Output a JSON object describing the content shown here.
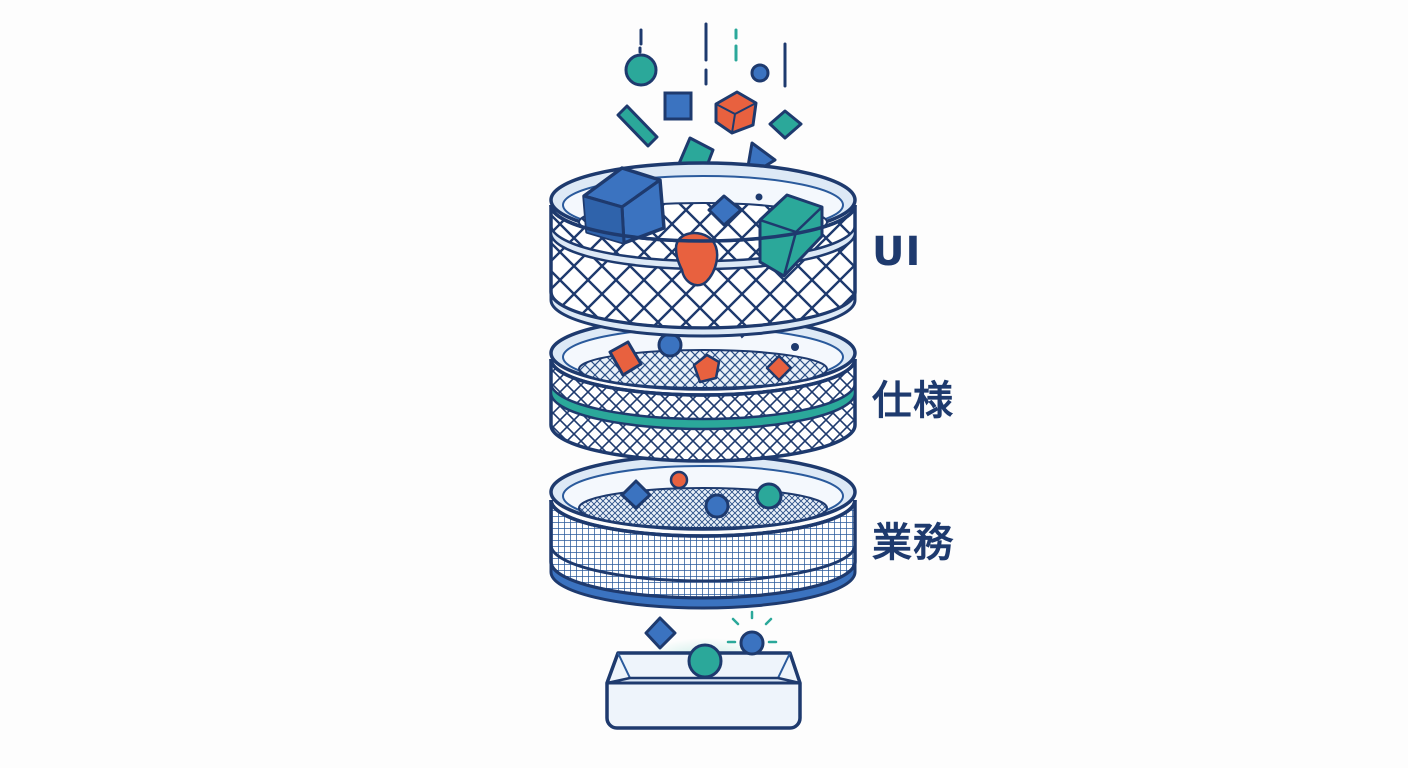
{
  "layers": [
    {
      "id": "ui",
      "label": "UI",
      "mesh": "coarse"
    },
    {
      "id": "spec",
      "label": "仕様",
      "mesh": "medium"
    },
    {
      "id": "biz",
      "label": "業務",
      "mesh": "fine"
    }
  ],
  "colors": {
    "outline": "#1e3a6e",
    "blue": "#3b73c0",
    "teal": "#2ba89a",
    "orange": "#e8613f",
    "rim_fill": "#dde9f6",
    "tray_fill": "#eef4fb"
  },
  "icons": [
    "cube-icon",
    "diamond-icon",
    "sphere-icon",
    "rod-icon",
    "triangle-icon",
    "tray-icon"
  ]
}
